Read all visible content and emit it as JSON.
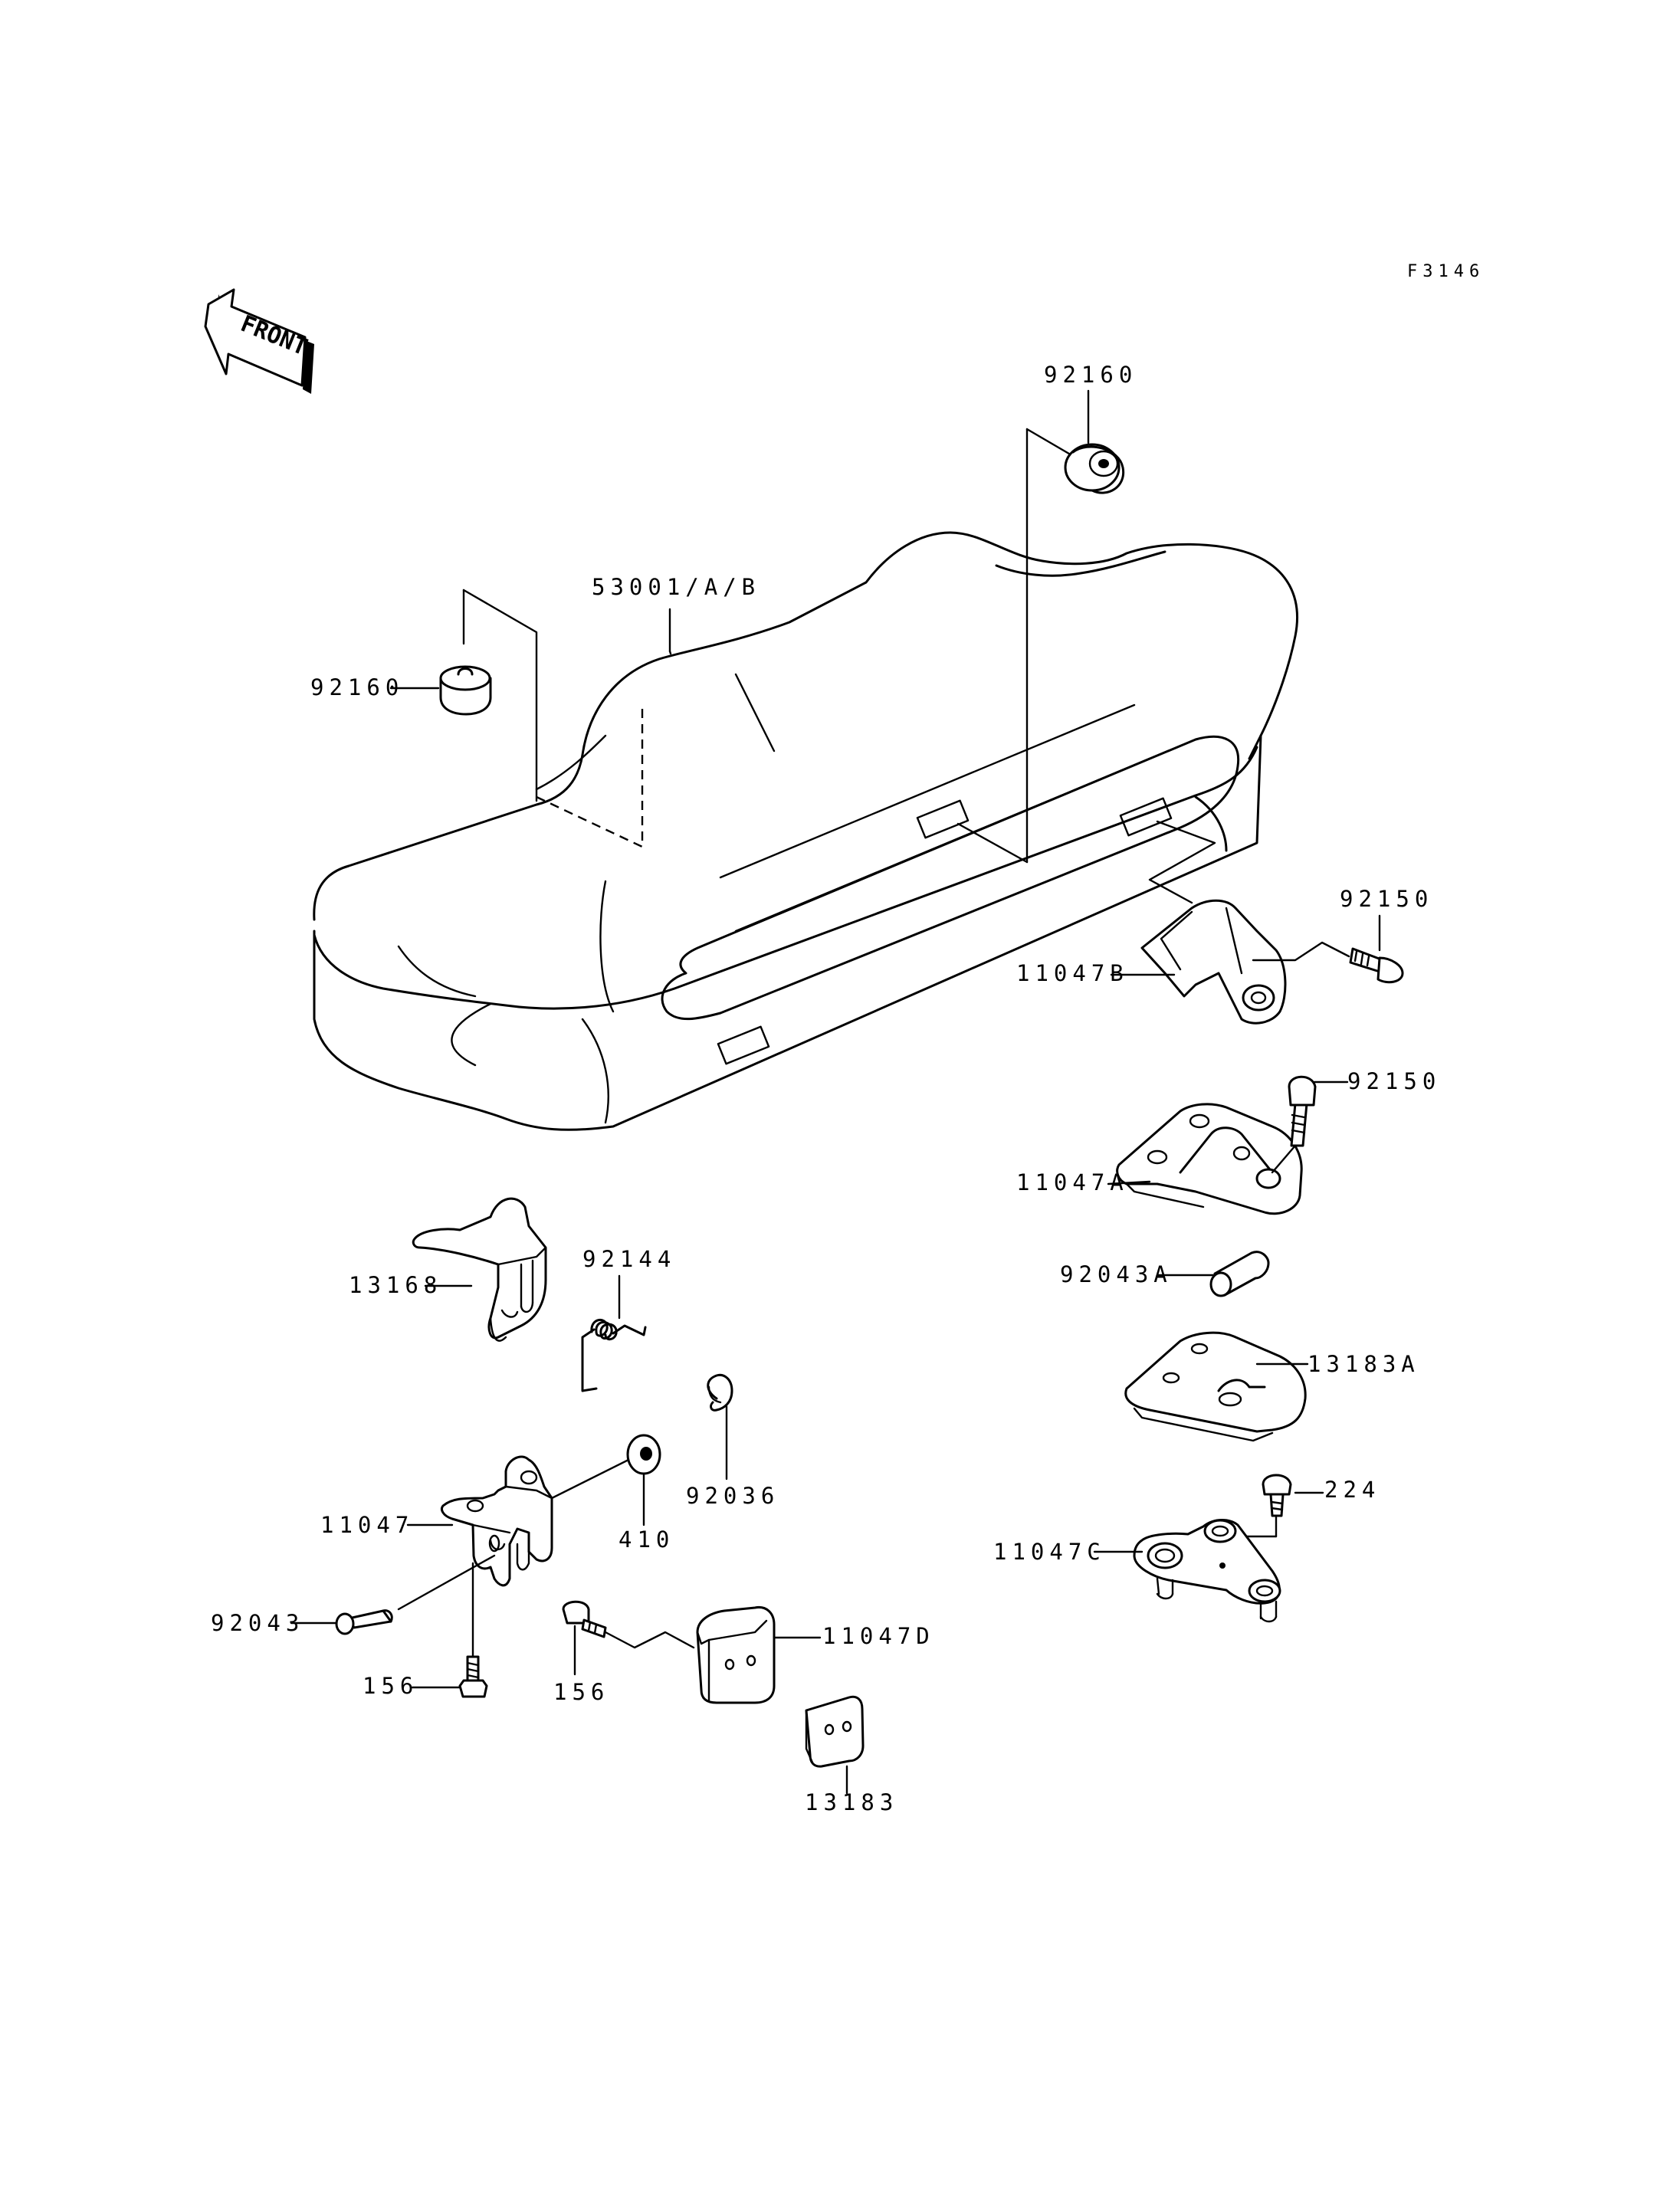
{
  "figure_code": "F3146",
  "front_indicator": "FRONT",
  "parts": {
    "seat": "53001/A/B",
    "damper_rear": "92160",
    "damper_front": "92160",
    "bolt_b": "92150",
    "bracket_b": "11047B",
    "bolt_a": "92150",
    "bracket_a": "11047A",
    "collar_a": "92043A",
    "plate_a": "13183A",
    "screw": "224",
    "bracket_c": "11047C",
    "latch": "13168",
    "spring": "92144",
    "washer": "410",
    "circlip": "92036",
    "bracket": "11047",
    "collar": "92043",
    "bolt_left": "156",
    "bolt_right": "156",
    "bracket_d": "11047D",
    "plate": "13183"
  }
}
